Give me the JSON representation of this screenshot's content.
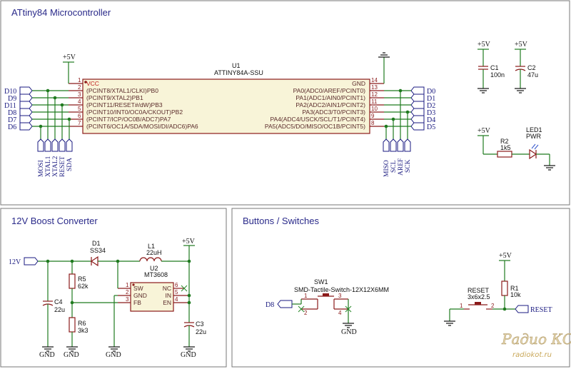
{
  "panels": {
    "mcu": "ATtiny84 Microcontroller",
    "boost": "12V Boost Converter",
    "buttons": "Buttons / Switches"
  },
  "u1": {
    "ref": "U1",
    "value": "ATTINY84A-SSU",
    "vcc": "VCC",
    "gnd": "GND",
    "left_pins": [
      {
        "num": "1",
        "name": "VCC"
      },
      {
        "num": "2",
        "name": "(PCINT8/XTAL1/CLKI)PB0"
      },
      {
        "num": "3",
        "name": "(PCINT9/XTAL2)PB1"
      },
      {
        "num": "4",
        "name": "(PCINT11/RESET#/dW)PB3"
      },
      {
        "num": "5",
        "name": "(PCINT10/INT0/OC0A/CKOUT)PB2"
      },
      {
        "num": "6",
        "name": "(PCINT7/ICP/OC0B/ADC7)PA7"
      },
      {
        "num": "7",
        "name": "(PCINT6/OC1A/SDA/MOSI/DI/ADC6)PA6"
      }
    ],
    "right_pins": [
      {
        "num": "14",
        "name": "GND"
      },
      {
        "num": "13",
        "name": "PA0(ADC0/AREF/PCINT0)"
      },
      {
        "num": "12",
        "name": "PA1(ADC1/AIN0/PCINT1)"
      },
      {
        "num": "11",
        "name": "PA2(ADC2/AIN1/PCINT2)"
      },
      {
        "num": "10",
        "name": "PA3(ADC3/T0/PCINT3)"
      },
      {
        "num": "9",
        "name": "PA4(ADC4/USCK/SCL/T1/PCINT4)"
      },
      {
        "num": "8",
        "name": "PA5(ADC5/DO/MISO/OC1B/PCINT5)"
      }
    ],
    "left_nets": [
      "D10",
      "D9",
      "D11",
      "D8",
      "D7",
      "D6"
    ],
    "right_nets": [
      "D0",
      "D1",
      "D2",
      "D3",
      "D4",
      "D5"
    ],
    "bottom_left_nets": [
      "MOSI",
      "XTAL1",
      "XTAL2",
      "RESET",
      "SDA"
    ],
    "bottom_right_nets": [
      "MISO",
      "SCL",
      "AREF",
      "SCK"
    ]
  },
  "power": {
    "p5v": "+5V",
    "p12v": "12V",
    "gnd": "GND"
  },
  "c1": {
    "ref": "C1",
    "value": "100n"
  },
  "c2": {
    "ref": "C2",
    "value": "47u"
  },
  "r2": {
    "ref": "R2",
    "value": "1k5"
  },
  "led1": {
    "ref": "LED1",
    "value": "PWR"
  },
  "d1": {
    "ref": "D1",
    "value": "SS34"
  },
  "l1": {
    "ref": "L1",
    "value": "22uH"
  },
  "u2": {
    "ref": "U2",
    "value": "MT3608",
    "pins": [
      {
        "num": "1",
        "name": "SW"
      },
      {
        "num": "2",
        "name": "GND"
      },
      {
        "num": "3",
        "name": "FB"
      },
      {
        "num": "6",
        "name": "NC"
      },
      {
        "num": "5",
        "name": "IN"
      },
      {
        "num": "4",
        "name": "EN"
      }
    ]
  },
  "r5": {
    "ref": "R5",
    "value": "62k"
  },
  "r6": {
    "ref": "R6",
    "value": "3k3"
  },
  "c4": {
    "ref": "C4",
    "value": "22u"
  },
  "c3": {
    "ref": "C3",
    "value": "22u"
  },
  "sw1": {
    "ref": "SW1",
    "value": "SMD-Tactile-Switch-12X12X6MM",
    "pins": [
      "1",
      "2",
      "3",
      "4"
    ]
  },
  "reset_sw": {
    "ref": "RESET",
    "value": "3x6x2.5",
    "pins": [
      "1",
      "2"
    ]
  },
  "r1": {
    "ref": "R1",
    "value": "10k"
  },
  "button_nets": {
    "d8": "D8",
    "reset": "RESET"
  },
  "watermark": {
    "line1": "Радио КОТ",
    "line2": "radiokot.ru"
  }
}
